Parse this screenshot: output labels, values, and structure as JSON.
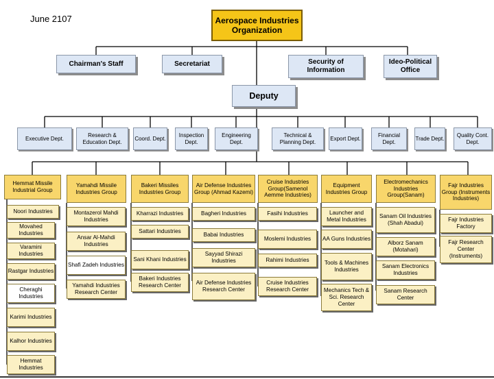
{
  "date": "June 2107",
  "top": "Aerospace Industries Organization",
  "staff": [
    "Chairman's Staff",
    "Secretariat",
    "Security of Information",
    "Ideo-Political Office"
  ],
  "deputy": "Deputy",
  "departments": [
    "Executive Dept.",
    "Research & Education Dept.",
    "Coord. Dept.",
    "Inspection Dept.",
    "Engineering Dept.",
    "Technical & Planning Dept.",
    "Export Dept.",
    "Financial Dept.",
    "Trade Dept.",
    "Quality Cont. Dept."
  ],
  "groups": [
    {
      "name": "Hemmat Missile Industrial Group",
      "industries": [
        "Noori Industries",
        "Movahed Industries",
        "Varamini Industries",
        "Rastgar Industries",
        "Cheraghi Industries",
        "Karimi Industries",
        "Kalhor Industries",
        "Hemmat Industries"
      ]
    },
    {
      "name": "Yamahdi Missile Industries Group",
      "industries": [
        "Montazerol Mahdi Industries",
        "Ansar Al-Mahdi Industries",
        "Shafi Zadeh Industries",
        "Yamahdi Industries Research Center"
      ]
    },
    {
      "name": "Bakeri Missiles Industries Group",
      "industries": [
        "Kharrazi Industries",
        "Sattari Industries",
        "Sani Khani Industries",
        "Bakeri Industries Research Center"
      ]
    },
    {
      "name": "Air Defense Industries Group (Ahmad Kazemi)",
      "industries": [
        "Bagheri Industries",
        "Babai Industries",
        "Sayyad Shirazi Industries",
        "Air Defense Industries Research Center"
      ]
    },
    {
      "name": "Cruise Industries Group(Samenol Aemme Industries)",
      "industries": [
        "Fasihi Industries",
        "Moslemi Industries",
        "Rahimi Industries",
        "Cruise Industries Research Center"
      ]
    },
    {
      "name": "Equipment Industries Group",
      "industries": [
        "Launcher and Metal Industries",
        "AA Guns Industries",
        "Tools & Machines Industries",
        "Mechanics Tech & Sci. Research Center"
      ]
    },
    {
      "name": "Electromechanics Industries Group(Sanam)",
      "industries": [
        "Sanam Oil Industries (Shah Abadui)",
        "Alborz Sanam (Motahari)",
        "Sanam Electronics Industries",
        "Sanam Research Center"
      ]
    },
    {
      "name": "Fajr Industries Group (Instruments Industries)",
      "industries": [
        "Fajr Industries Factory",
        "Fajr Research Center (Instruments)"
      ]
    }
  ]
}
